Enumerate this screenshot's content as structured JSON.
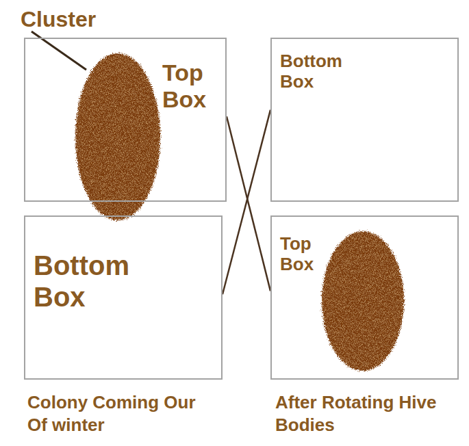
{
  "diagram": {
    "nodes": [
      {
        "text": [
          "Top Box"
        ]
      },
      {
        "text": [
          "Bottom Box"
        ]
      },
      {
        "text": [
          "Bottom Box"
        ]
      },
      {
        "text": [
          "Top Box"
        ]
      }
    ],
    "edges": [
      {
        "from": 0,
        "to": 3,
        "arrow": "none"
      },
      {
        "from": 1,
        "to": 2,
        "arrow": "none"
      }
    ],
    "labels": [
      "Cluster",
      "Colony Coming Our Of winter",
      "After Rotating Hive Bodies"
    ]
  }
}
